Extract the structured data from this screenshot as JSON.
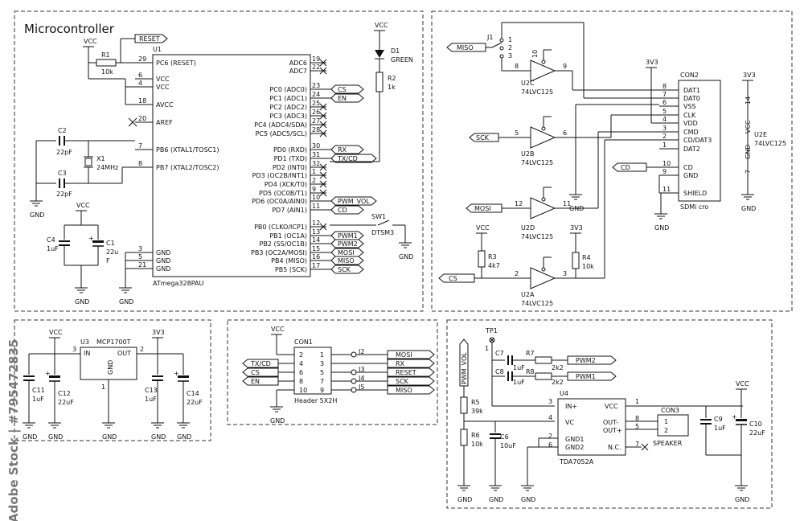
{
  "title": "Microcontroller",
  "watermark": "Adobe Stock | #795472835",
  "labels": {
    "vcc": "VCC",
    "gnd": "GND",
    "v33": "3V3",
    "reset": "RESET",
    "r1": "R1",
    "r1v": "10k",
    "c2": "C2",
    "c2v": "22pF",
    "c3": "C3",
    "c3v": "22pF",
    "x1": "X1",
    "x1v": "24MHz",
    "c4": "C4",
    "c4v": "1uF",
    "c1": "C1",
    "c1v": "22u",
    "c1f": "F",
    "u1": "U1",
    "u1name": "ATmega328PAU",
    "d1": "D1",
    "d1v": "GREEN",
    "r2": "R2",
    "r2v": "1k",
    "sw1": "SW1",
    "sw1v": "DTSM3",
    "j1": "J1",
    "miso": "MISO",
    "sck": "SCK",
    "mosi": "MOSI",
    "cs": "CS",
    "cd": "CD",
    "u2c": "U2C",
    "u2b": "U2B",
    "u2d": "U2D",
    "u2a": "U2A",
    "u2e": "U2E",
    "lvc": "74LVC125",
    "r3": "R3",
    "r3v": "4k7",
    "r4": "R4",
    "r4v": "10k",
    "con2": "CON2",
    "sdmicro": "SDMi cro",
    "u3": "U3",
    "u3name": "MCP1700T",
    "in": "IN",
    "out": "OUT",
    "c11": "C11",
    "c11v": "1uF",
    "c12": "C12",
    "c12v": "22uF",
    "c13": "C13",
    "c13v": "1uF",
    "c14": "C14",
    "c14v": "22uF",
    "con1": "CON1",
    "con1name": "Header 5X2H",
    "j2": "J2",
    "j3": "J3",
    "j4": "J4",
    "j5": "J5",
    "txcd": "TX/CD",
    "rx": "RX",
    "en": "EN",
    "tx": "TX/CD",
    "tp1": "TP1",
    "pwmvol": "PWM_VOL",
    "c7": "C7",
    "c7v": "1uF",
    "c8": "C8",
    "c8v": "1uF",
    "r7": "R7",
    "r7v": "2k2",
    "r8": "R8",
    "r8v": "2k2",
    "pwm1": "PWM1",
    "pwm2": "PWM2",
    "r5": "R5",
    "r5v": "39k",
    "r6": "R6",
    "r6v": "10k",
    "c6": "C6",
    "c6v": "10uF",
    "u4": "U4",
    "u4name": "TDA7052A",
    "inp": "IN+",
    "vc": "VC",
    "gnd1": "GND1",
    "gnd2": "GND2",
    "outm": "OUT-",
    "outp": "OUT+",
    "nc": "N.C.",
    "con3": "CON3",
    "speaker": "SPEAKER",
    "c9": "C9",
    "c9v": "1uF",
    "c10": "C10",
    "c10v": "22uF"
  },
  "u1_left": [
    {
      "pin": "29",
      "name": "PC6 (RESET)"
    },
    {
      "pin": "6",
      "name": "VCC"
    },
    {
      "pin": "4",
      "name": "VCC"
    },
    {
      "pin": "18",
      "name": "AVCC"
    },
    {
      "pin": "20",
      "name": "AREF"
    },
    {
      "pin": "7",
      "name": "PB6 (XTAL1/TOSC1)"
    },
    {
      "pin": "8",
      "name": "PB7 (XTAL2/TOSC2)"
    },
    {
      "pin": "3",
      "name": "GND"
    },
    {
      "pin": "5",
      "name": "GND"
    },
    {
      "pin": "21",
      "name": "GND"
    }
  ],
  "u1_right": [
    {
      "pin": "19",
      "name": "ADC6"
    },
    {
      "pin": "22",
      "name": "ADC7"
    },
    {
      "pin": "23",
      "name": "PC0 (ADC0)"
    },
    {
      "pin": "24",
      "name": "PC1 (ADC1)"
    },
    {
      "pin": "25",
      "name": "PC2 (ADC2)"
    },
    {
      "pin": "26",
      "name": "PC3 (ADC3)"
    },
    {
      "pin": "27",
      "name": "PC4 (ADC4/SDA)"
    },
    {
      "pin": "28",
      "name": "PC5 (ADC5/SCL)"
    },
    {
      "pin": "30",
      "name": "PD0 (RXD)"
    },
    {
      "pin": "31",
      "name": "PD1 (TXD)"
    },
    {
      "pin": "32",
      "name": "PD2 (INT0)"
    },
    {
      "pin": "1",
      "name": "PD3 (OC2B/INT1)"
    },
    {
      "pin": "2",
      "name": "PD4 (XCK/T0)"
    },
    {
      "pin": "9",
      "name": "PD5 (OC0B/T1)"
    },
    {
      "pin": "10",
      "name": "PD6 (OC0A/AIN0)"
    },
    {
      "pin": "11",
      "name": "PD7 (AIN1)"
    },
    {
      "pin": "12",
      "name": "PB0 (CLKO/ICP1)"
    },
    {
      "pin": "13",
      "name": "PB1 (OC1A)"
    },
    {
      "pin": "14",
      "name": "PB2 (SS/OC1B)"
    },
    {
      "pin": "15",
      "name": "PB3 (OC2A/MOSI)"
    },
    {
      "pin": "16",
      "name": "PB4 (MISO)"
    },
    {
      "pin": "17",
      "name": "PB5 (SCK)"
    }
  ],
  "u1_ports": [
    {
      "label": "CS",
      "row": 2
    },
    {
      "label": "EN",
      "row": 3
    },
    {
      "label": "RX",
      "row": 8
    },
    {
      "label": "TX/CD",
      "row": 9
    },
    {
      "label": "PWM_VOL",
      "row": 14
    },
    {
      "label": "CD",
      "row": 15
    },
    {
      "label": "PWM1",
      "row": 17
    },
    {
      "label": "PWM2",
      "row": 18
    },
    {
      "label": "MOSI",
      "row": 19
    },
    {
      "label": "MISO",
      "row": 20
    },
    {
      "label": "SCK",
      "row": 21
    }
  ],
  "con2_pins": [
    {
      "pin": "8",
      "name": "DAT1"
    },
    {
      "pin": "7",
      "name": "DAT0"
    },
    {
      "pin": "6",
      "name": "VSS"
    },
    {
      "pin": "5",
      "name": "CLK"
    },
    {
      "pin": "4",
      "name": "VDD"
    },
    {
      "pin": "3",
      "name": "CMD"
    },
    {
      "pin": "2",
      "name": "CD/DAT3"
    },
    {
      "pin": "1",
      "name": "DAT2"
    },
    {
      "pin": "10",
      "name": "CD"
    },
    {
      "pin": "9",
      "name": "GND"
    },
    {
      "pin": "11",
      "name": "SHIELD"
    }
  ],
  "con1_rows": [
    {
      "l": "2",
      "r": "1"
    },
    {
      "l": "4",
      "r": "3"
    },
    {
      "l": "6",
      "r": "5"
    },
    {
      "l": "8",
      "r": "7"
    },
    {
      "l": "10",
      "r": "9"
    }
  ],
  "con1_left_ports": [
    "TX/CD",
    "CS",
    "EN"
  ],
  "con1_right_ports": [
    "MOSI",
    "RX",
    "RESET",
    "SCK",
    "MISO"
  ],
  "misc_pins": {
    "j1a": "1",
    "j1b": "2",
    "j1c": "3",
    "p10": "10",
    "p9": "9",
    "p8": "8",
    "p4": "4",
    "p5": "5",
    "p6": "6",
    "p13": "13",
    "p12": "12",
    "p11": "11",
    "p1": "1",
    "p2": "2",
    "p3": "3",
    "p14": "14",
    "p7": "7",
    "u3p3": "3",
    "u3p2": "2",
    "u3p1": "1",
    "u4p1": "1",
    "u4p3": "3",
    "u4p4": "4",
    "u4p2": "2",
    "u4p6": "6",
    "u4p8": "8",
    "u4p5": "5",
    "u4p7": "7",
    "con3p1": "1",
    "con3p2": "2",
    "tp1p": "1"
  }
}
